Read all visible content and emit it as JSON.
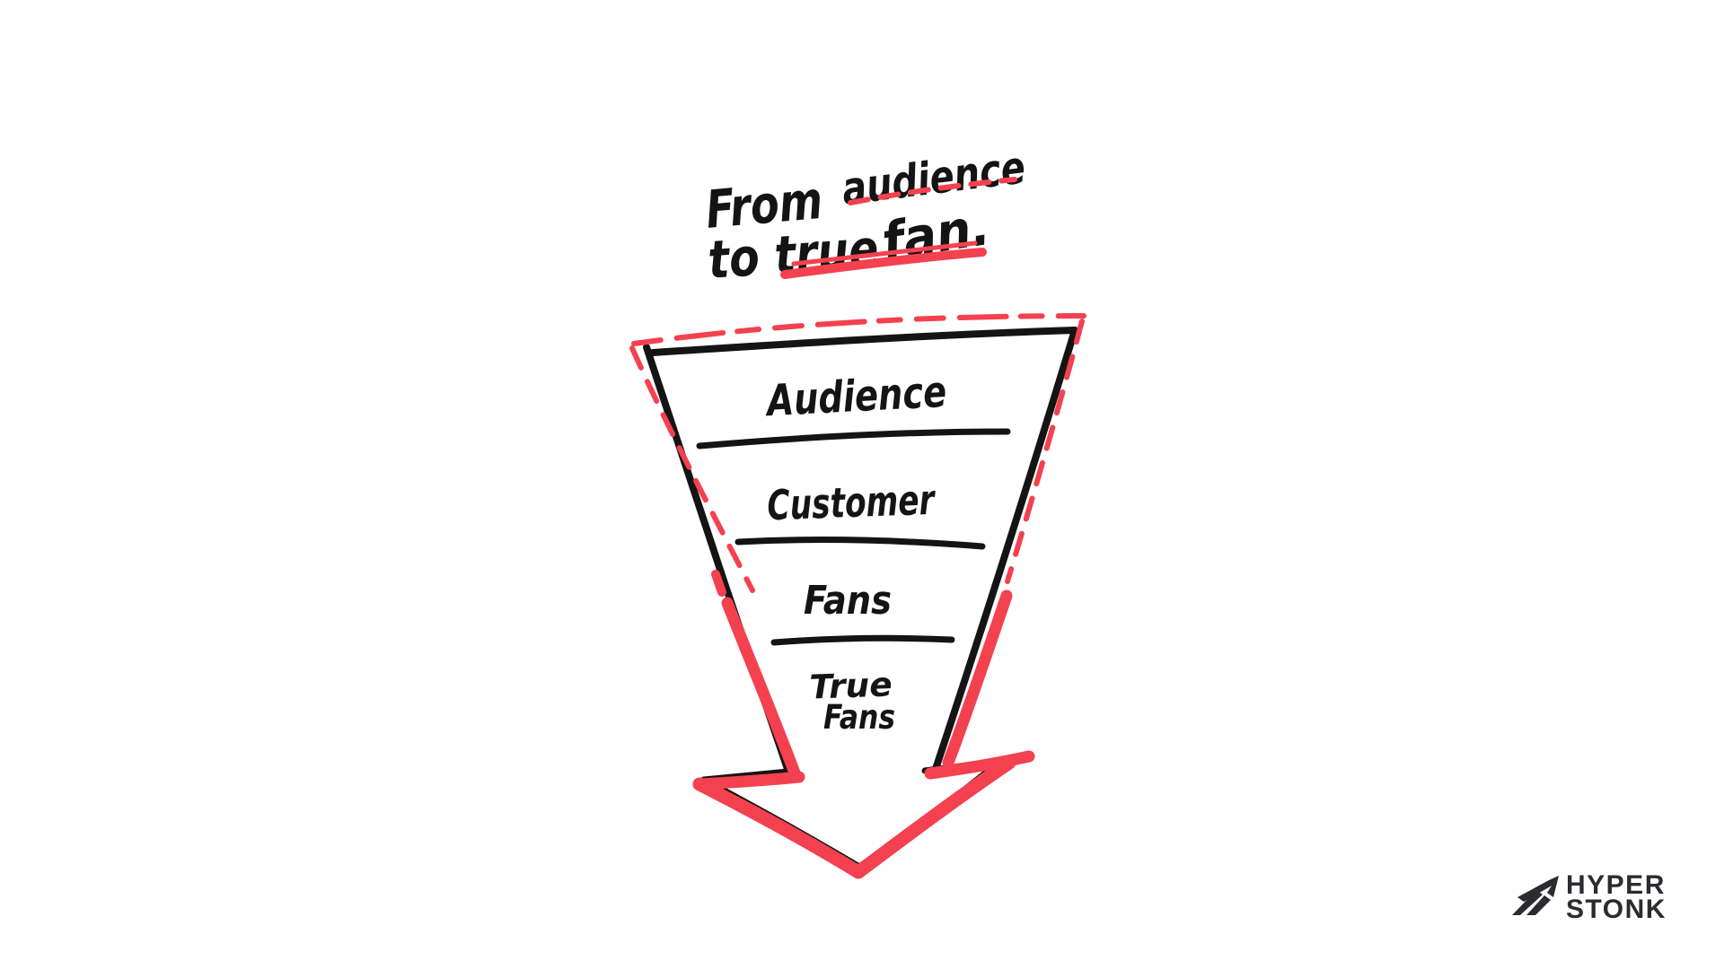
{
  "title": {
    "line1_word1": "From",
    "line1_word2": "audience",
    "line2_word1": "to true",
    "line2_word2": "fan."
  },
  "funnel": {
    "stages": [
      "Audience",
      "Customer",
      "Fans"
    ],
    "last_stage_line1": "True",
    "last_stage_line2": "Fans"
  },
  "logo": {
    "word1": "HYPER",
    "word2": "STONK"
  },
  "colors": {
    "ink_black": "#141414",
    "accent_red": "#f4414f",
    "logo_charcoal": "#2b2b30",
    "background": "#ffffff"
  }
}
